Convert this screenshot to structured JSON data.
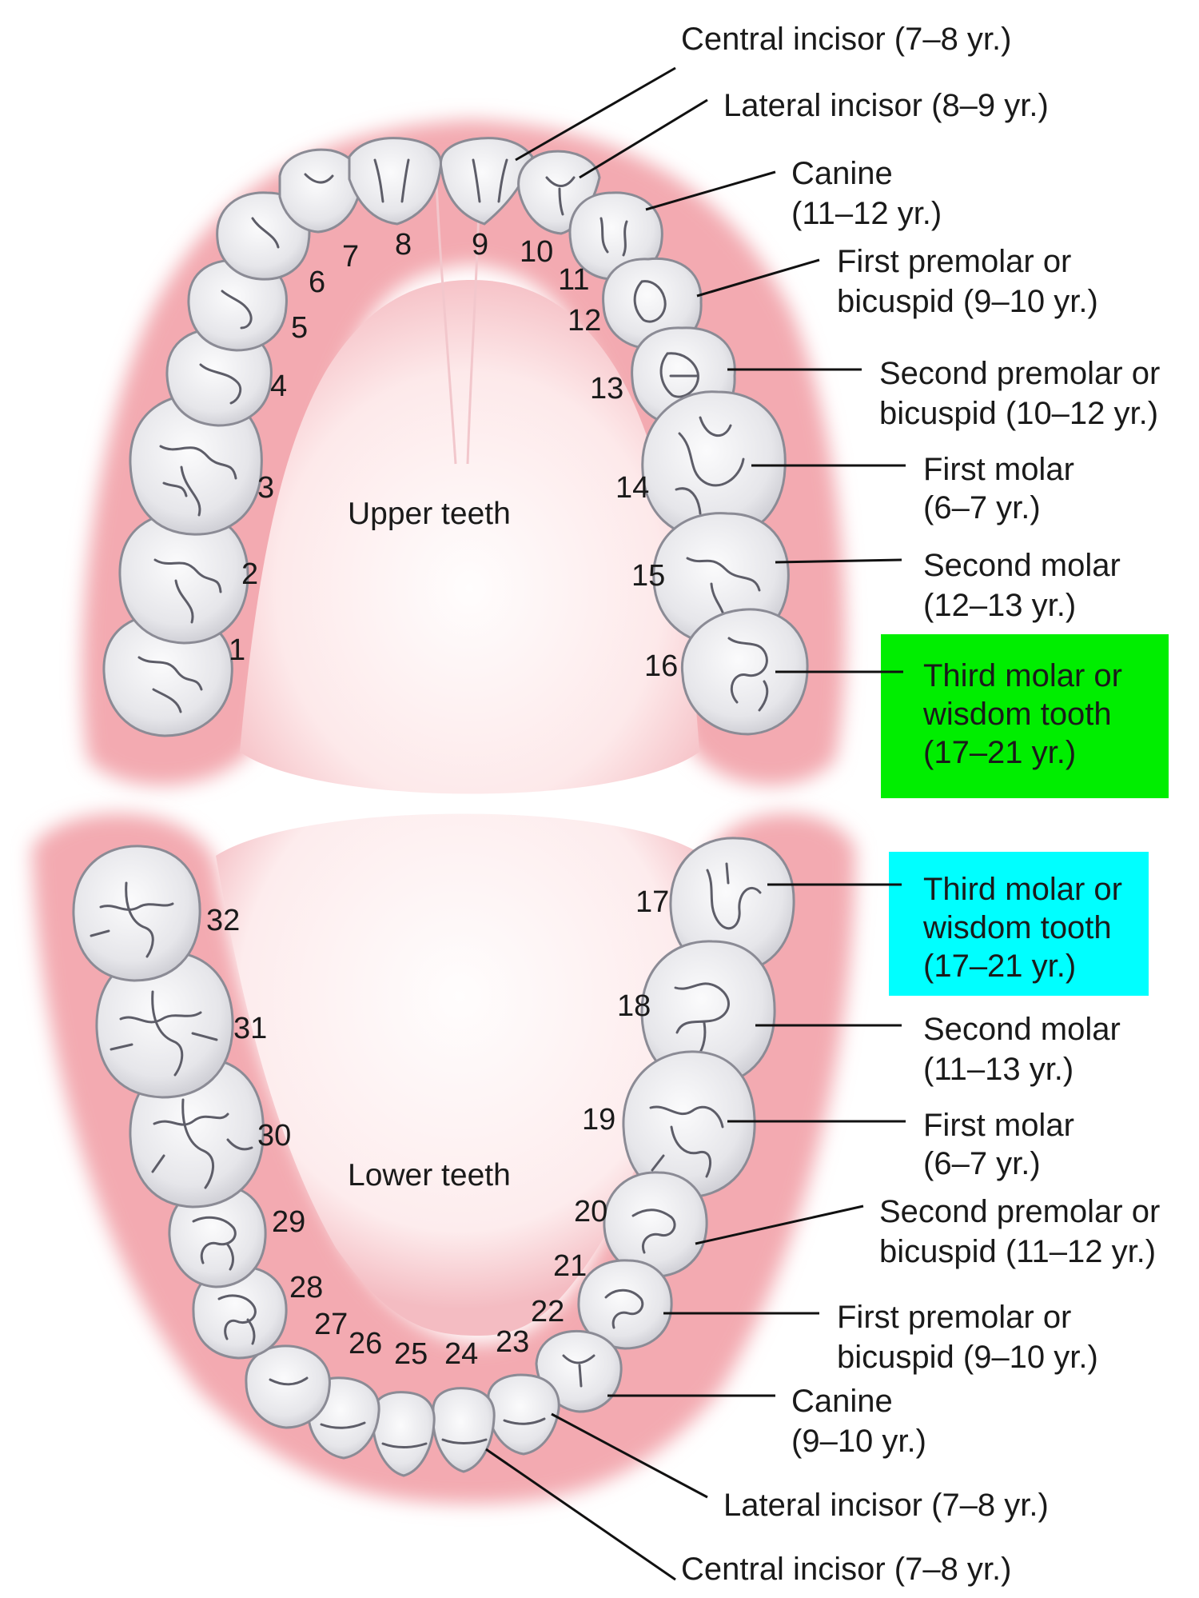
{
  "colors": {
    "background": "#ffffff",
    "gum": "#f2a7ae",
    "gum_light": "#fbe2e3",
    "palate": "#fff7f7",
    "tooth": "#e8e8ec",
    "highlight_upper_third_molar": "#00ee00",
    "highlight_lower_third_molar": "#00ffff"
  },
  "upper": {
    "title": "Upper teeth",
    "teeth": [
      {
        "n": "1"
      },
      {
        "n": "2"
      },
      {
        "n": "3"
      },
      {
        "n": "4"
      },
      {
        "n": "5"
      },
      {
        "n": "6"
      },
      {
        "n": "7"
      },
      {
        "n": "8"
      },
      {
        "n": "9"
      },
      {
        "n": "10"
      },
      {
        "n": "11"
      },
      {
        "n": "12"
      },
      {
        "n": "13"
      },
      {
        "n": "14"
      },
      {
        "n": "15"
      },
      {
        "n": "16"
      }
    ],
    "labels": [
      {
        "lines": [
          "Central incisor (7–8 yr.)"
        ]
      },
      {
        "lines": [
          "Lateral incisor (8–9 yr.)"
        ]
      },
      {
        "lines": [
          "Canine",
          "(11–12 yr.)"
        ]
      },
      {
        "lines": [
          "First premolar or",
          "bicuspid (9–10 yr.)"
        ]
      },
      {
        "lines": [
          "Second premolar or",
          "bicuspid (10–12 yr.)"
        ]
      },
      {
        "lines": [
          "First molar",
          "(6–7 yr.)"
        ]
      },
      {
        "lines": [
          "Second molar",
          "(12–13 yr.)"
        ]
      },
      {
        "lines": [
          "Third molar or",
          "wisdom tooth",
          "(17–21 yr.)"
        ],
        "highlight": "highlight_upper_third_molar"
      }
    ]
  },
  "lower": {
    "title": "Lower teeth",
    "teeth": [
      {
        "n": "17"
      },
      {
        "n": "18"
      },
      {
        "n": "19"
      },
      {
        "n": "20"
      },
      {
        "n": "21"
      },
      {
        "n": "22"
      },
      {
        "n": "23"
      },
      {
        "n": "24"
      },
      {
        "n": "25"
      },
      {
        "n": "26"
      },
      {
        "n": "27"
      },
      {
        "n": "28"
      },
      {
        "n": "29"
      },
      {
        "n": "30"
      },
      {
        "n": "31"
      },
      {
        "n": "32"
      }
    ],
    "labels": [
      {
        "lines": [
          "Third molar or",
          "wisdom tooth",
          "(17–21 yr.)"
        ],
        "highlight": "highlight_lower_third_molar"
      },
      {
        "lines": [
          "Second molar",
          "(11–13 yr.)"
        ]
      },
      {
        "lines": [
          "First molar",
          "(6–7 yr.)"
        ]
      },
      {
        "lines": [
          "Second premolar or",
          "bicuspid (11–12 yr.)"
        ]
      },
      {
        "lines": [
          "First premolar or",
          "bicuspid (9–10 yr.)"
        ]
      },
      {
        "lines": [
          "Canine",
          "(9–10 yr.)"
        ]
      },
      {
        "lines": [
          "Lateral incisor (7–8 yr.)"
        ]
      },
      {
        "lines": [
          "Central incisor (7–8 yr.)"
        ]
      }
    ]
  }
}
